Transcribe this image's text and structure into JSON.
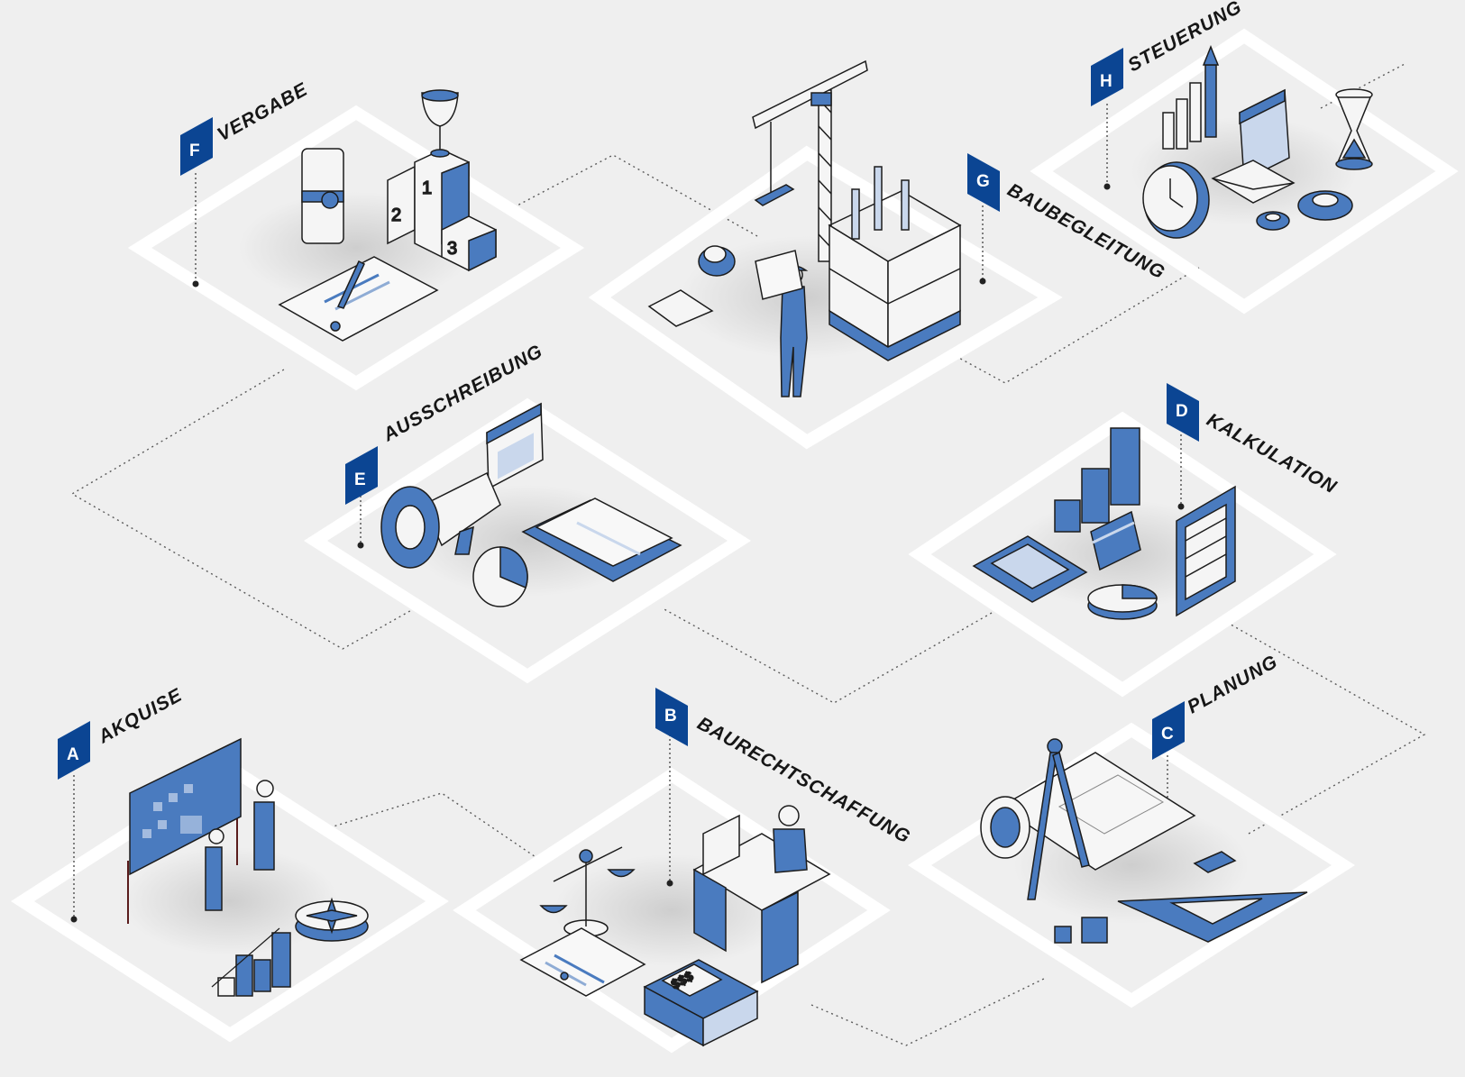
{
  "colors": {
    "background": "#efefef",
    "accent": "#4a7bbf",
    "accent_dark": "#0b4593",
    "light_blue": "#c9d7ec",
    "outline": "#1c1c1c",
    "platform_frame": "#ffffff",
    "connector": "#5a5a5a"
  },
  "stages": [
    {
      "id": "A",
      "letter": "A",
      "label": "AKQUISE",
      "icons": [
        "strategy-board-icon",
        "people-icon",
        "compass-icon",
        "growth-bars-icon"
      ]
    },
    {
      "id": "B",
      "letter": "B",
      "label": "BAURECHTSCHAFFUNG",
      "icons": [
        "scales-icon",
        "document-icon",
        "money-box-icon",
        "office-desk-icon"
      ]
    },
    {
      "id": "C",
      "letter": "C",
      "label": "PLANUNG",
      "icons": [
        "drafting-compass-icon",
        "blueprint-roll-icon",
        "set-square-icon",
        "cubes-icon"
      ]
    },
    {
      "id": "D",
      "letter": "D",
      "label": "KALKULATION",
      "icons": [
        "calculator-icon",
        "bar-chart-icon",
        "credit-card-icon",
        "abacus-icon",
        "pie-chart-icon"
      ]
    },
    {
      "id": "E",
      "letter": "E",
      "label": "AUSSCHREIBUNG",
      "icons": [
        "megaphone-icon",
        "calendar-icon",
        "folder-icon",
        "pie-chart-icon"
      ]
    },
    {
      "id": "F",
      "letter": "F",
      "label": "VERGABE",
      "icons": [
        "certificate-icon",
        "podium-icon",
        "trophy-icon",
        "contract-icon"
      ]
    },
    {
      "id": "G",
      "letter": "G",
      "label": "BAUBEGLEITUNG",
      "icons": [
        "crane-icon",
        "building-frame-icon",
        "worker-icon",
        "cement-mixer-icon"
      ]
    },
    {
      "id": "H",
      "letter": "H",
      "label": "STEUERUNG",
      "icons": [
        "clock-icon",
        "calendar-icon",
        "growth-arrow-icon",
        "hourglass-icon",
        "envelope-icon",
        "gear-icon"
      ]
    }
  ],
  "podium": {
    "first": "1",
    "second": "2",
    "third": "3"
  },
  "money_box": {
    "text": "$$$"
  }
}
